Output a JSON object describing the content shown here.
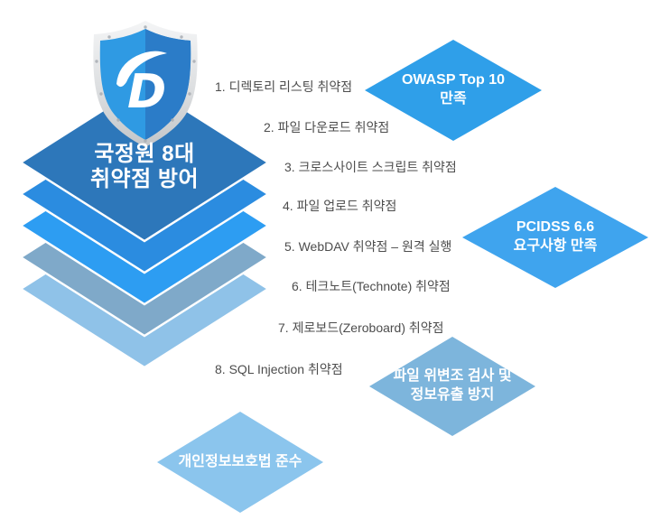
{
  "title_diamond": {
    "line1": "국정원 8대",
    "line2": "취약점 방어"
  },
  "shield": {
    "logo_letter": "D"
  },
  "vulnerability_list": [
    "1. 디렉토리 리스팅 취약점",
    "2. 파일 다운로드 취약점",
    "3. 크로스사이트 스크립트 취약점",
    "4. 파일 업로드 취약점",
    "5. WebDAV 취약점 – 원격 실행",
    "6. 테크노트(Technote) 취약점",
    "7. 제로보드(Zeroboard) 취약점",
    "8. SQL Injection 취약점"
  ],
  "badges": [
    {
      "line1": "OWASP Top 10",
      "line2": "만족"
    },
    {
      "line1": "PCIDSS 6.6",
      "line2": "요구사항 만족"
    },
    {
      "line1": "파일 위변조 검사 및",
      "line2": "정보유출 방지"
    },
    {
      "line1": "개인정보보호법 준수"
    }
  ],
  "colors": {
    "layer1": "#2d77ba",
    "layer2": "#2b8ce0",
    "layer3": "#2d9df2",
    "layer4": "#7fa9c9",
    "layer5": "#8fc2e8",
    "badge_owasp": "#2f9fe9",
    "badge_pcidss": "#3fa4ee",
    "badge_integrity": "#7db5dc",
    "badge_privacy": "#8bc5ed",
    "shield_left_half": "#2f9ae3",
    "shield_right_half": "#2b7cc8",
    "shield_border": "#d6d8da",
    "list_text": "#4d4d4d",
    "diamond_text": "#ffffff"
  }
}
